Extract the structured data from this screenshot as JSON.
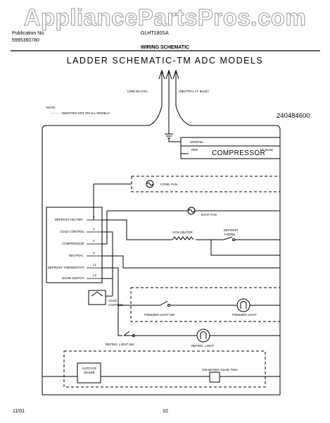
{
  "watermark": "AppliancePartsPros.com",
  "header": {
    "publication_label": "Publication No.",
    "publication_no": "5995360780",
    "model": "GLHT180SA",
    "section": "WIRING SCHEMATIC"
  },
  "diagram": {
    "title": "LADDER SCHEMATIC-TM ADC MODELS",
    "part_code": "240484600",
    "note_label": "NOTE:",
    "note_text": "- - - - - - DENOTES NOT ON ALL MODELS.",
    "power": {
      "line_label": "(LINE-BLACK)",
      "neutral_label": "(NEUTRAL LT. BLUE)"
    },
    "compressor": {
      "ground_wire": "GRN/YEL",
      "red_wire": "RED",
      "blue_wire": "LT. BLUE",
      "label": "COMPRESSOR"
    },
    "components": {
      "cond_fan": "COND. FAN",
      "evap_fan": "EVAP. FAN",
      "coil_heater": "COIL HEATER",
      "defrost_therm": "DEFROST THERM.",
      "cold_control": "COLD CONTROL",
      "freezer_light_sw": "FREEZER LIGHT SW.",
      "freezer_light": "FREEZER LIGHT",
      "refrig_light_sw": "REFRIG. LIGHT SW.",
      "refrig_light": "REFRIG. LIGHT",
      "ice_maker": "AUTO ICE MAKER",
      "water_valve": "1/W WATER VALVE TWO"
    },
    "timer": {
      "terminals": [
        {
          "label": "DEFROST HEATER",
          "pin": "2"
        },
        {
          "label": "COLD CONTROL",
          "pin": "1"
        },
        {
          "label": "COMPRESSOR",
          "pin": "4"
        },
        {
          "label": "NEUTRAL",
          "pin": "3"
        },
        {
          "label": "DEFROST THERMOSTAT",
          "pin": "L1"
        },
        {
          "label": "DOOR SWITCH",
          "pin": "L2"
        }
      ]
    }
  },
  "footer": {
    "date": "11/01",
    "page": "10"
  }
}
